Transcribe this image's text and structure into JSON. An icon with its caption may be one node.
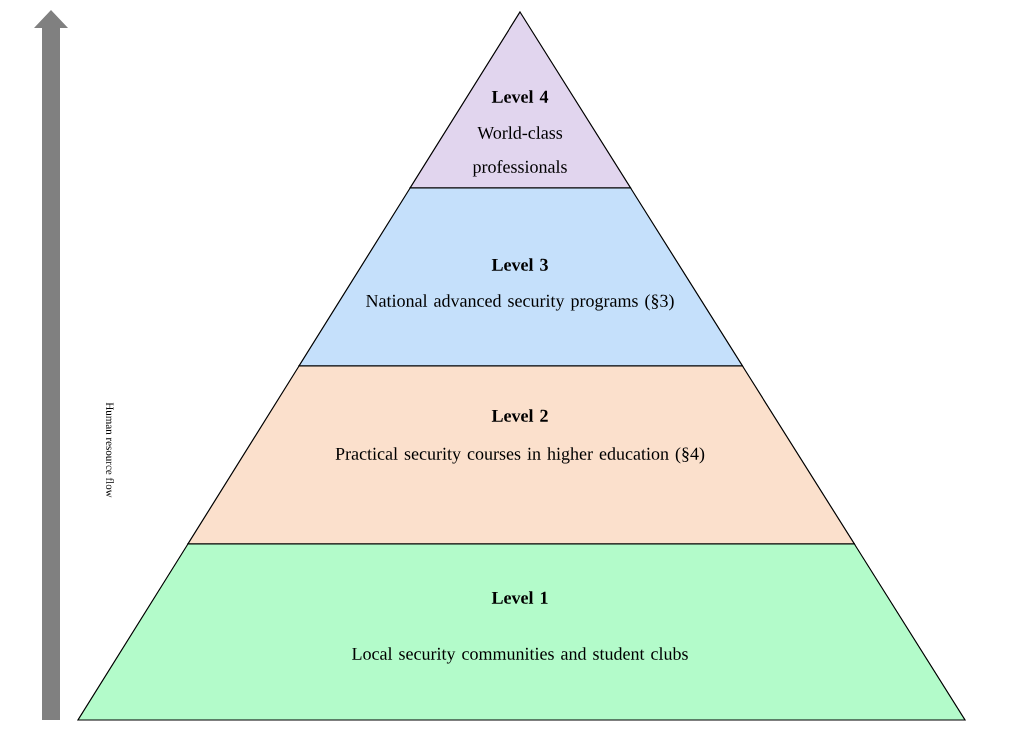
{
  "diagram": {
    "nodes": [
      {
        "text": [
          "Level 4",
          "World-class professionals"
        ]
      },
      {
        "text": [
          "Level 3",
          "National advanced security programs (§3)"
        ]
      },
      {
        "text": [
          "Level 2",
          "Practical security courses in higher education (§4)"
        ]
      },
      {
        "text": [
          "Level 1",
          "Local security communities and student clubs"
        ]
      }
    ],
    "edges": [],
    "labels": [
      "Human resource flow"
    ]
  }
}
